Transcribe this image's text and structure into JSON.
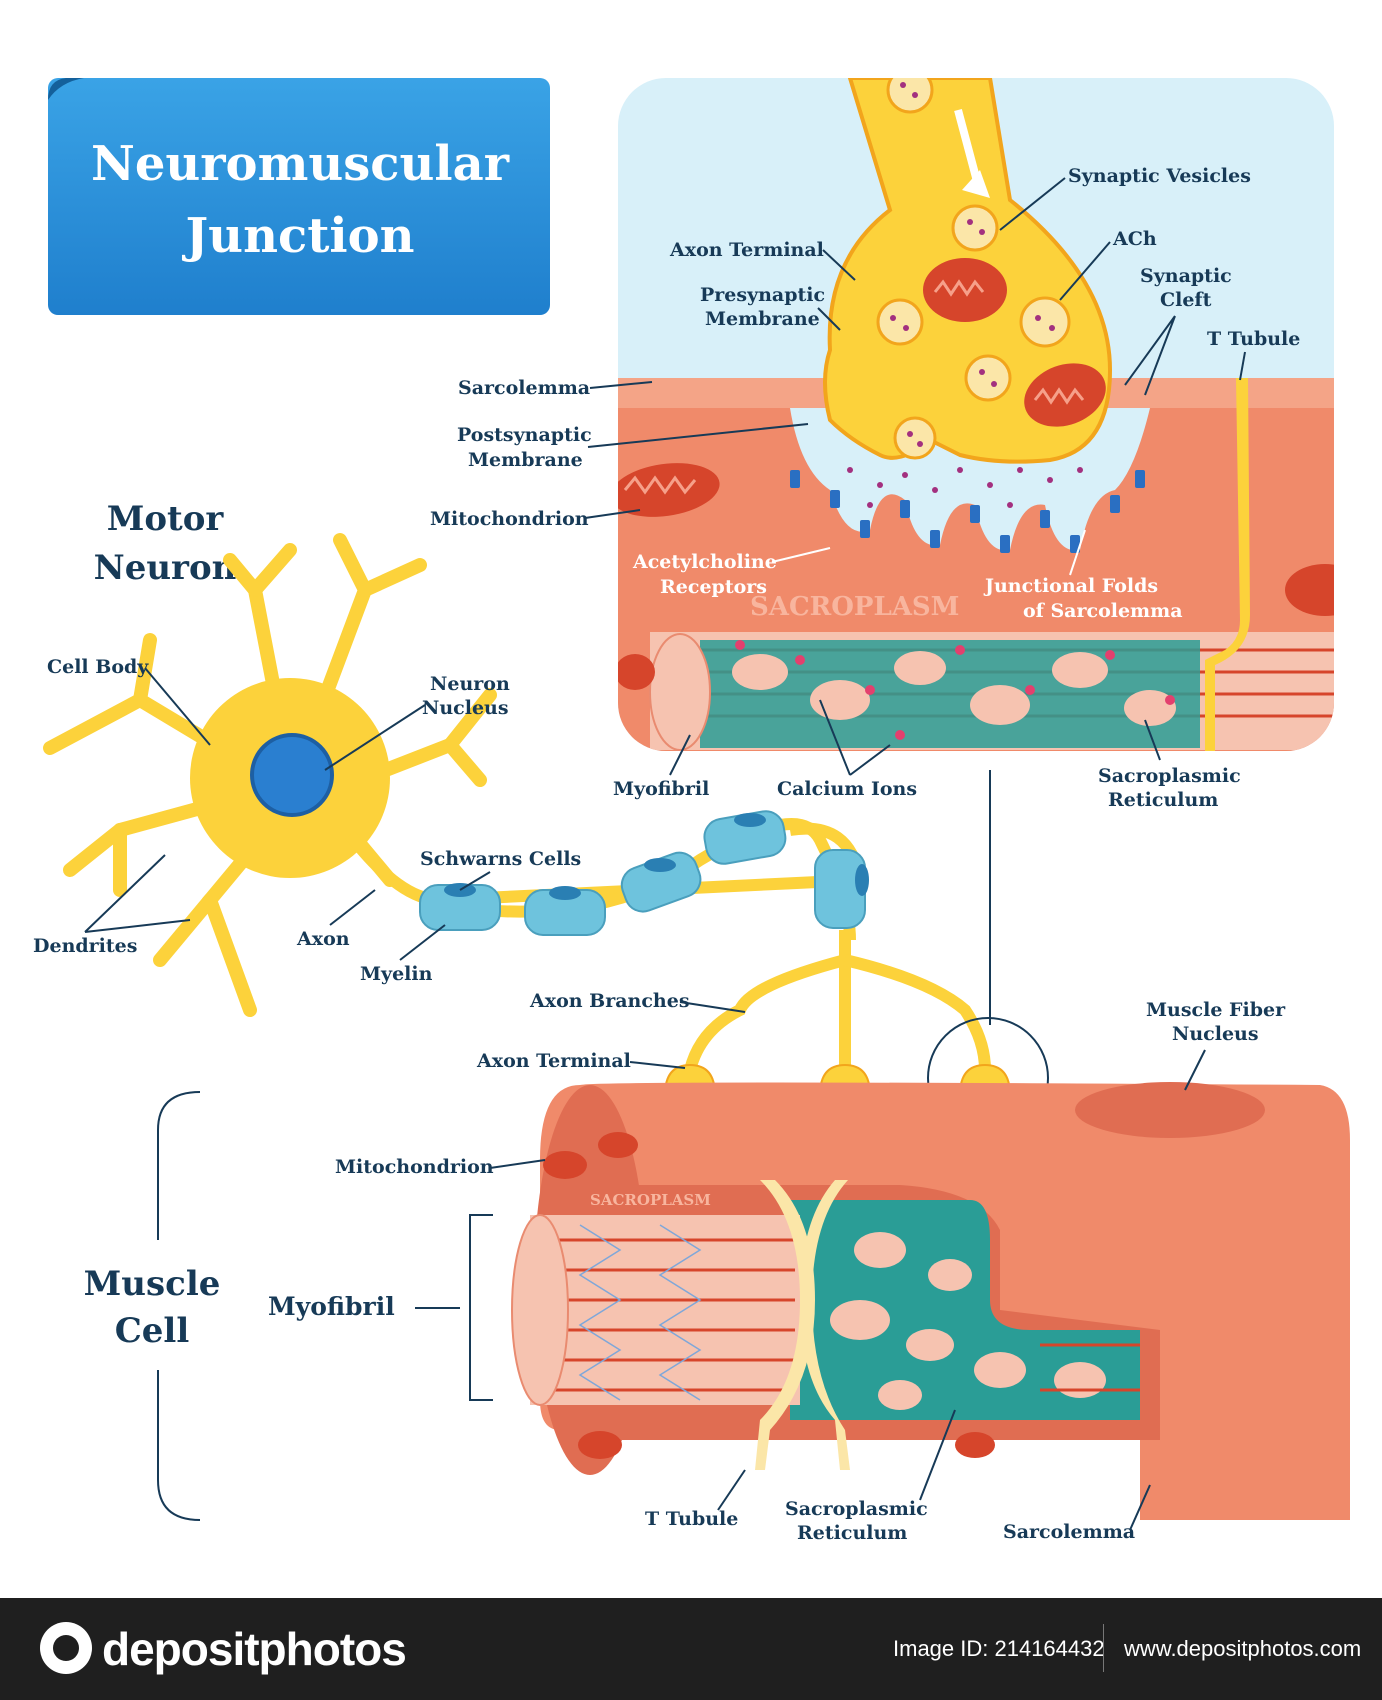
{
  "title": {
    "line1": "Neuromuscular",
    "line2": "Junction"
  },
  "motor_neuron": {
    "heading_line1": "Motor",
    "heading_line2": "Neuron",
    "labels": {
      "cell_body": "Cell Body",
      "neuron_nucleus_line1": "Neuron",
      "neuron_nucleus_line2": "Nucleus",
      "dendrites": "Dendrites",
      "axon": "Axon",
      "myelin": "Myelin",
      "schwann_cells": "Schwarns Cells",
      "axon_branches": "Axon Branches",
      "axon_terminal": "Axon Terminal"
    }
  },
  "junction_detail": {
    "labels": {
      "axon_terminal": "Axon Terminal",
      "presynaptic_line1": "Presynaptic",
      "presynaptic_line2": "Membrane",
      "synaptic_vesicles": "Synaptic Vesicles",
      "ach": "ACh",
      "synaptic_cleft_line1": "Synaptic",
      "synaptic_cleft_line2": "Cleft",
      "t_tubule": "T Tubule",
      "sarcolemma": "Sarcolemma",
      "postsynaptic_line1": "Postsynaptic",
      "postsynaptic_line2": "Membrane",
      "mitochondrion": "Mitochondrion",
      "ach_receptors_line1": "Acetylcholine",
      "ach_receptors_line2": "Receptors",
      "junctional_folds_line1": "Junctional Folds",
      "junctional_folds_line2": "of Sarcolemma",
      "sacroplasm": "SACROPLASM",
      "myofibril": "Myofibril",
      "calcium_ions": "Calcium Ions",
      "sr_line1": "Sacroplasmic",
      "sr_line2": "Reticulum"
    }
  },
  "muscle_cell": {
    "heading_line1": "Muscle",
    "heading_line2": "Cell",
    "labels": {
      "mitochondrion": "Mitochondrion",
      "myofibril": "Myofibril",
      "sacroplasm": "SACROPLASM",
      "fiber_nucleus_line1": "Muscle Fiber",
      "fiber_nucleus_line2": "Nucleus",
      "t_tubule": "T Tubule",
      "sr_line1": "Sacroplasmic",
      "sr_line2": "Reticulum",
      "sarcolemma": "Sarcolemma"
    }
  },
  "footer": {
    "logo": "depositphotos",
    "image_id": "Image ID: 214164432",
    "site": "www.depositphotos.com"
  },
  "colors": {
    "title_box": "#2f8fd8",
    "label": "#173a57",
    "muscle": "#f08a6a",
    "axon": "#fcd23b",
    "myelin": "#6ec3dd",
    "reticulum": "#2a9d96",
    "mitochondria": "#d6452b"
  }
}
